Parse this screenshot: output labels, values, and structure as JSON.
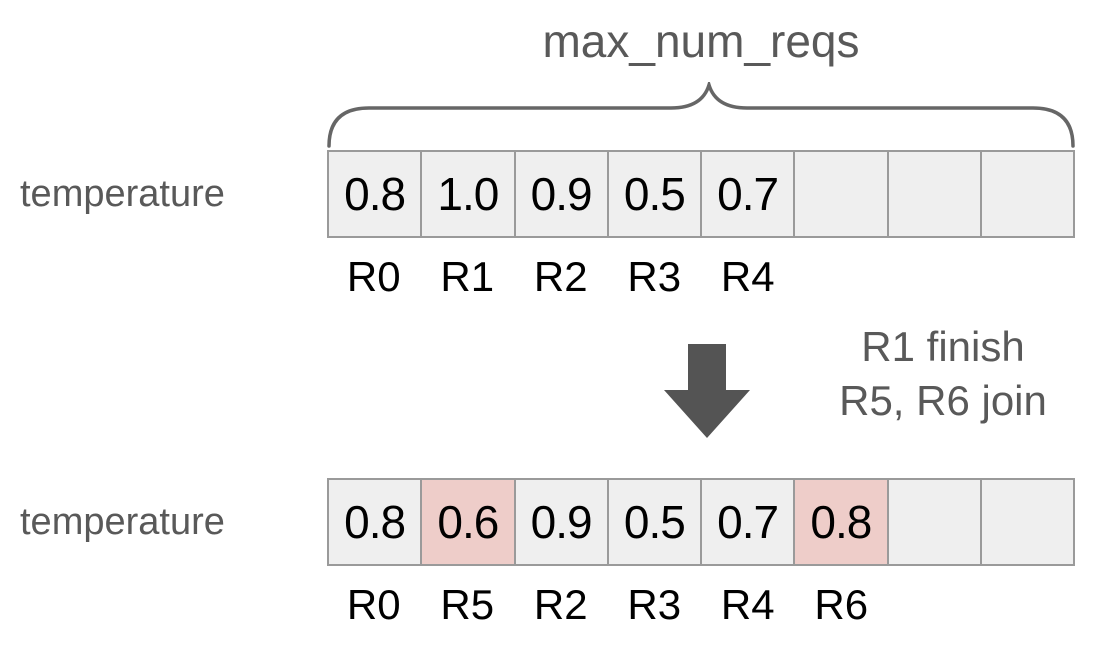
{
  "title": "max_num_reqs",
  "colors": {
    "cell_bg": "#efefef",
    "highlight_bg": "#eecdc9",
    "cell_border": "#9a9a9a",
    "text_gray": "#595959",
    "text_dark": "#000000",
    "arrow": "#545454",
    "brace": "#666666"
  },
  "before": {
    "label": "temperature",
    "cells": [
      "0.8",
      "1.0",
      "0.9",
      "0.5",
      "0.7",
      "",
      "",
      ""
    ],
    "highlights": [
      false,
      false,
      false,
      false,
      false,
      false,
      false,
      false
    ],
    "request_labels": [
      "R0",
      "R1",
      "R2",
      "R3",
      "R4",
      "",
      "",
      ""
    ]
  },
  "transition": {
    "line1": "R1 finish",
    "line2": "R5, R6 join"
  },
  "after": {
    "label": "temperature",
    "cells": [
      "0.8",
      "0.6",
      "0.9",
      "0.5",
      "0.7",
      "0.8",
      "",
      ""
    ],
    "highlights": [
      false,
      true,
      false,
      false,
      false,
      true,
      false,
      false
    ],
    "request_labels": [
      "R0",
      "R5",
      "R2",
      "R3",
      "R4",
      "R6",
      "",
      ""
    ]
  }
}
